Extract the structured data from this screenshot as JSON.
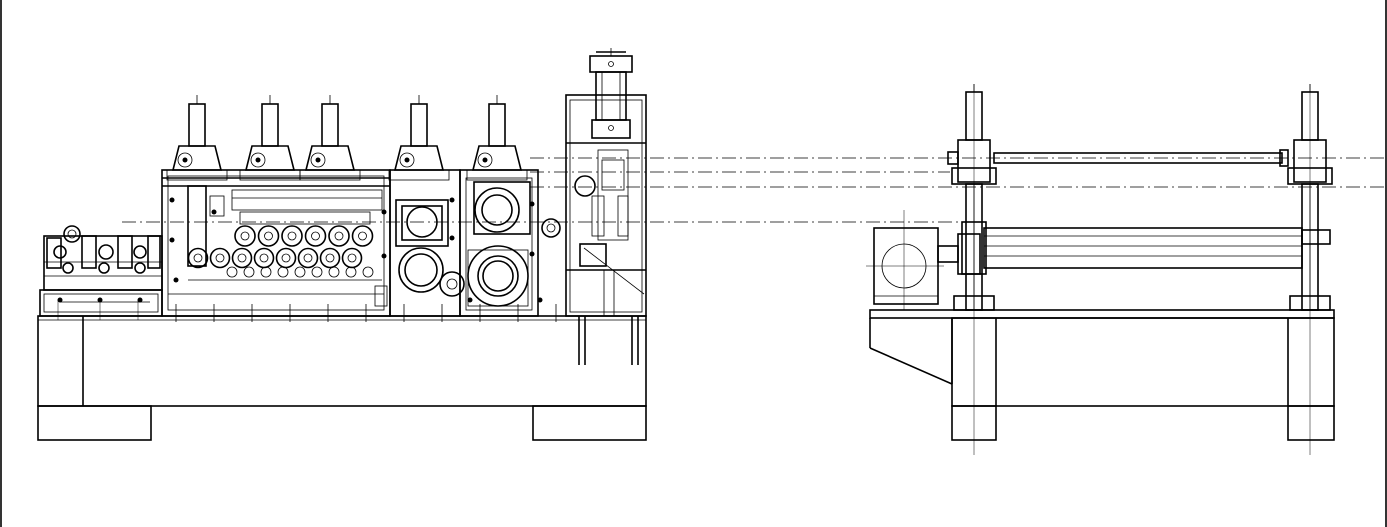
{
  "drawing": {
    "subject": "",
    "views": [
      "front-view",
      "side-view"
    ],
    "line_color": "#000000",
    "background": "#ffffff",
    "front_view": {
      "small_rolls_upper": 6,
      "small_rolls_lower": 8,
      "cylinders": 5
    },
    "side_view": {
      "cylinders": 2,
      "rolls": 1
    }
  }
}
